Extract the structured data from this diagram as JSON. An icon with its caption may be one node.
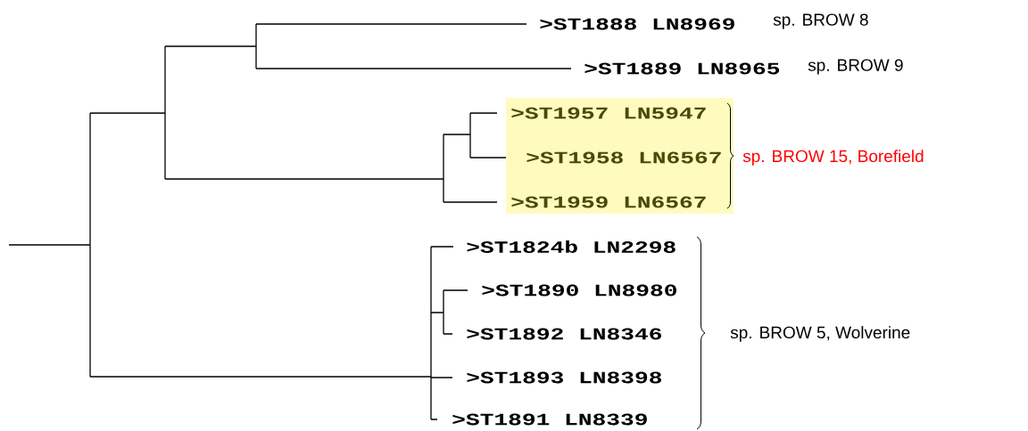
{
  "diagram": {
    "nodes": [
      {
        "text": [
          ">ST1888 LN8969"
        ],
        "beside": [
          "sp. BROW 8"
        ]
      },
      {
        "text": [
          ">ST1889 LN8965"
        ],
        "beside": [
          "sp. BROW 9"
        ]
      },
      {
        "text": [],
        "shape": "box"
      },
      {
        "text": [
          ">ST1957 LN5947"
        ],
        "in": 2
      },
      {
        "text": [
          ">ST1958 LN6567"
        ],
        "in": 2
      },
      {
        "text": [
          ">ST1959 LN6567"
        ],
        "in": 2
      },
      {
        "text": [
          ">ST1824b LN2298"
        ]
      },
      {
        "text": [
          ">ST1890 LN8980"
        ]
      },
      {
        "text": [
          ">ST1892 LN8346"
        ]
      },
      {
        "text": [
          ">ST1893 LN8398"
        ]
      },
      {
        "text": [
          ">ST1891 LN8339"
        ]
      }
    ],
    "labels": [
      "sp. BROW 15, Borefield",
      "sp. BROW 5, Wolverine"
    ]
  }
}
